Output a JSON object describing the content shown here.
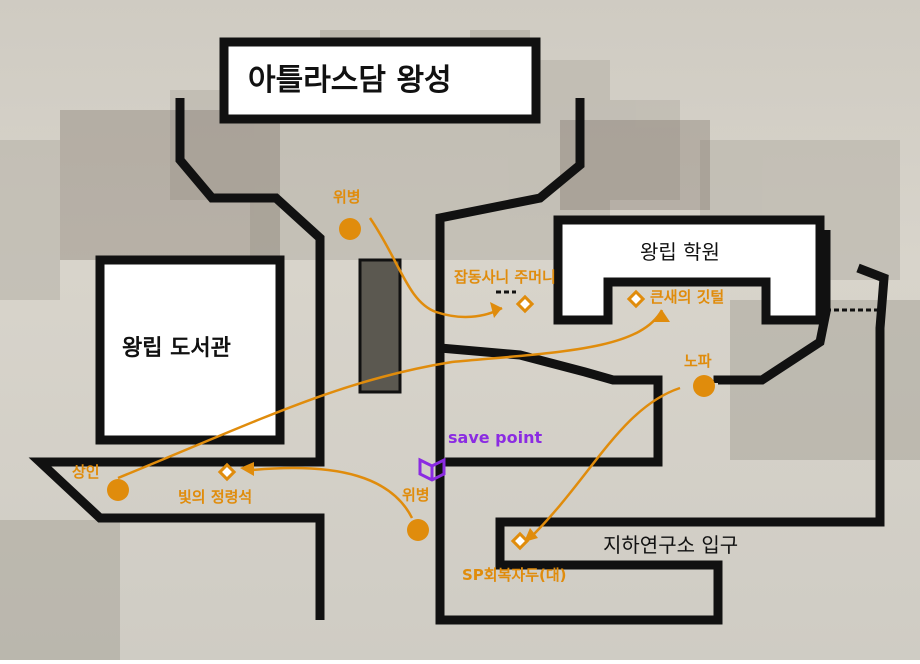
{
  "map": {
    "title": "아틀라스담 왕성",
    "rooms": {
      "library": "왕립 도서관",
      "academy": "왕립 학원",
      "lab_entrance": "지하연구소 입구"
    },
    "npcs": [
      {
        "label": "위병",
        "color": "#e08c0c"
      },
      {
        "label": "노파",
        "color": "#e08c0c"
      },
      {
        "label": "상인",
        "color": "#e08c0c"
      },
      {
        "label": "위병",
        "color": "#e08c0c"
      }
    ],
    "items": [
      {
        "label": "잡동사니 주머니"
      },
      {
        "label": "큰새의 깃털"
      },
      {
        "label": "빛의 정령석"
      },
      {
        "label": "SP회복자두(대)"
      }
    ],
    "save_point": {
      "label": "save point",
      "icon": "book-icon",
      "color": "#8b2be2"
    },
    "colors": {
      "wall": "#111111",
      "accent": "#e08c0c",
      "save": "#8b2be2"
    }
  }
}
